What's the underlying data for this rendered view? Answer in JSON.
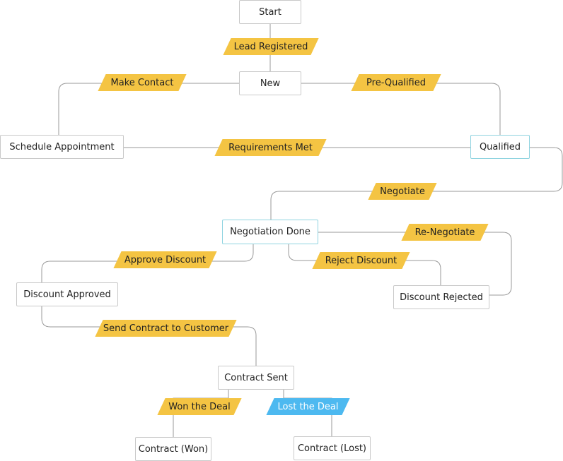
{
  "diagram": {
    "nodes": {
      "start": "Start",
      "new": "New",
      "schedule_appointment": "Schedule Appointment",
      "qualified": "Qualified",
      "negotiation_done": "Negotiation Done",
      "discount_approved": "Discount Approved",
      "discount_rejected": "Discount Rejected",
      "contract_sent": "Contract Sent",
      "contract_won": "Contract (Won)",
      "contract_lost": "Contract (Lost)"
    },
    "transitions": {
      "lead_registered": "Lead Registered",
      "make_contact": "Make Contact",
      "pre_qualified": "Pre-Qualified",
      "requirements_met": "Requirements Met",
      "negotiate": "Negotiate",
      "re_negotiate": "Re-Negotiate",
      "approve_discount": "Approve Discount",
      "reject_discount": "Reject Discount",
      "send_contract": "Send Contract to Customer",
      "won_the_deal": "Won the Deal",
      "lost_the_deal": "Lost the Deal"
    },
    "colors": {
      "transition_label": "#f4c443",
      "selected_transition_label": "#4db9f0",
      "edge": "#999999",
      "node_border": "#c9c9c9",
      "highlight_border": "#8fd3e0"
    }
  }
}
